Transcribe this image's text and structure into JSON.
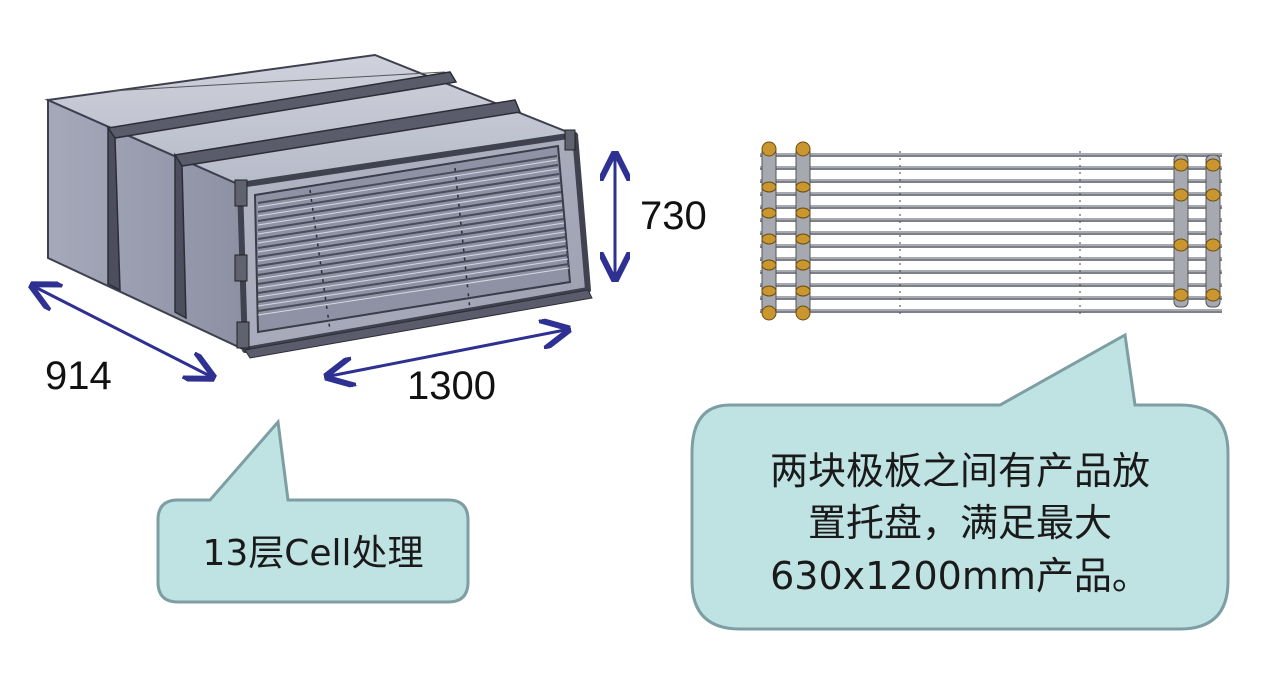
{
  "dimensions": {
    "height": "730",
    "depth": "914",
    "width": "1300"
  },
  "callouts": {
    "layers": "13层Cell处理",
    "tray_line1": "两块极板之间有产品放",
    "tray_line2": "置托盘，满足最大",
    "tray_line3": "630x1200mm产品。"
  },
  "colors": {
    "arrow": "#2e3192",
    "callout_fill": "#bfe2e3",
    "callout_stroke": "#7d9ea3",
    "box_body": "#b9bccb",
    "box_dark": "#4c4e5d",
    "tray_rod": "#8a8c95",
    "tray_bracket": "#c9962f"
  }
}
